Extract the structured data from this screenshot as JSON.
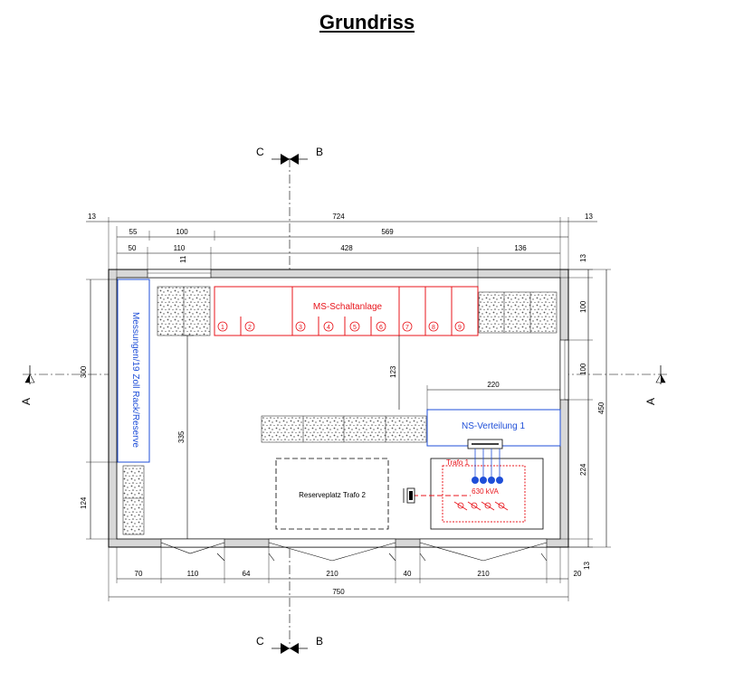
{
  "title": "Grundriss",
  "section_labels": {
    "A": "A",
    "B": "B",
    "C": "C"
  },
  "dims_top": {
    "overall": "724",
    "left_outer": "13",
    "right_outer": "13",
    "r1_a": "55",
    "r1_b": "100",
    "r1_c": "569",
    "r2_a": "50",
    "r2_b": "110",
    "r2_c": "428",
    "r2_d": "136",
    "gap": "11"
  },
  "dims_bottom": {
    "d1": "70",
    "d2": "110",
    "d3": "64",
    "d4": "210",
    "d5": "40",
    "d6": "210",
    "d7": "20",
    "overall": "750",
    "side": "13"
  },
  "dims_left": {
    "top": "300",
    "bottom": "124"
  },
  "dims_right": {
    "top": "13",
    "a": "100",
    "b": "100",
    "c": "224",
    "overall": "450",
    "d": "13"
  },
  "dims_internal": {
    "height": "335",
    "ms_gap": "123",
    "ns_width": "220"
  },
  "labels": {
    "ms": "MS-Schaltanlage",
    "ns": "NS-Verteilung 1",
    "messung": "Messungen/19 Zoll Rack/Reserve",
    "reserve": "Reserveplatz Trafo 2",
    "trafo": "Trafo 1",
    "kva": "630 kVA",
    "fields": [
      "1",
      "2",
      "3",
      "4",
      "5",
      "6",
      "7",
      "8",
      "9"
    ]
  },
  "colors": {
    "ms": "#e8141b",
    "ns": "#1f4fd8",
    "trafo": "#e8141b",
    "line": "#000000"
  }
}
